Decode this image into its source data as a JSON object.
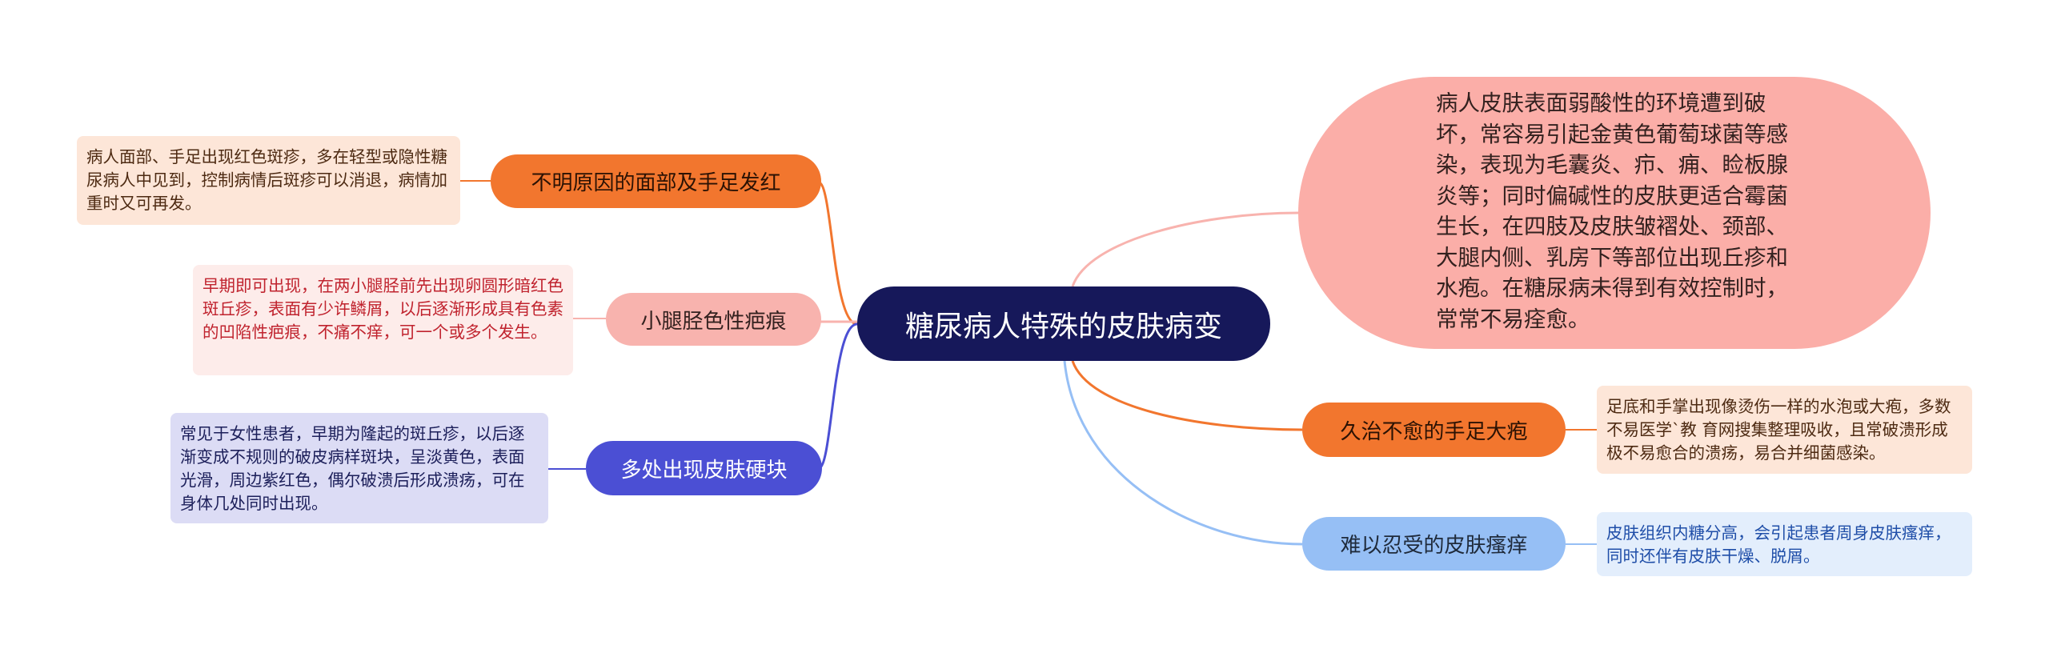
{
  "center": {
    "title": "糖尿病人特殊的皮肤病变"
  },
  "branches": [
    {
      "label": "不明原因的面部及手足发红",
      "detail": "病人面部、手足出现红色斑疹，多在轻型或隐性糖尿病人中见到，控制病情后斑疹可以消退，病情加重时又可再发。"
    },
    {
      "label": "小腿胫色性疤痕",
      "detail": "早期即可出现，在两小腿胫前先出现卵圆形暗红色斑丘疹，表面有少许鳞屑，以后逐渐形成具有色素的凹陷性疤痕，不痛不痒，可一个或多个发生。"
    },
    {
      "label": "多处出现皮肤硬块",
      "detail": "常见于女性患者，早期为隆起的斑丘疹，以后逐渐变成不规则的破皮病样斑块，呈淡黄色，表面光滑，周边紫红色，偶尔破溃后形成溃疡，可在身体几处同时出现。"
    },
    {
      "label": "",
      "detail": "病人皮肤表面弱酸性的环境遭到破坏，常容易引起金黄色葡萄球菌等感染，表现为毛囊炎、疖、痈、睑板腺炎等；同时偏碱性的皮肤更适合霉菌生长，在四肢及皮肤皱褶处、颈部、大腿内侧、乳房下等部位出现丘疹和水疱。在糖尿病未得到有效控制时，常常不易痊愈。"
    },
    {
      "label": "久治不愈的手足大疱",
      "detail": "足底和手掌出现像烫伤一样的水泡或大疱，多数不易医学`教 育网搜集整理吸收，且常破溃形成极不易愈合的溃疡，易合并细菌感染。"
    },
    {
      "label": "难以忍受的皮肤瘙痒",
      "detail": "皮肤组织内糖分高，会引起患者周身皮肤瘙痒，同时还伴有皮肤干燥、脱屑。"
    }
  ],
  "colors": {
    "center": "#16185a",
    "orange": "#f2762e",
    "pink": "#f8b3ae",
    "indigo": "#4b4fd4",
    "blue": "#96bff5"
  }
}
